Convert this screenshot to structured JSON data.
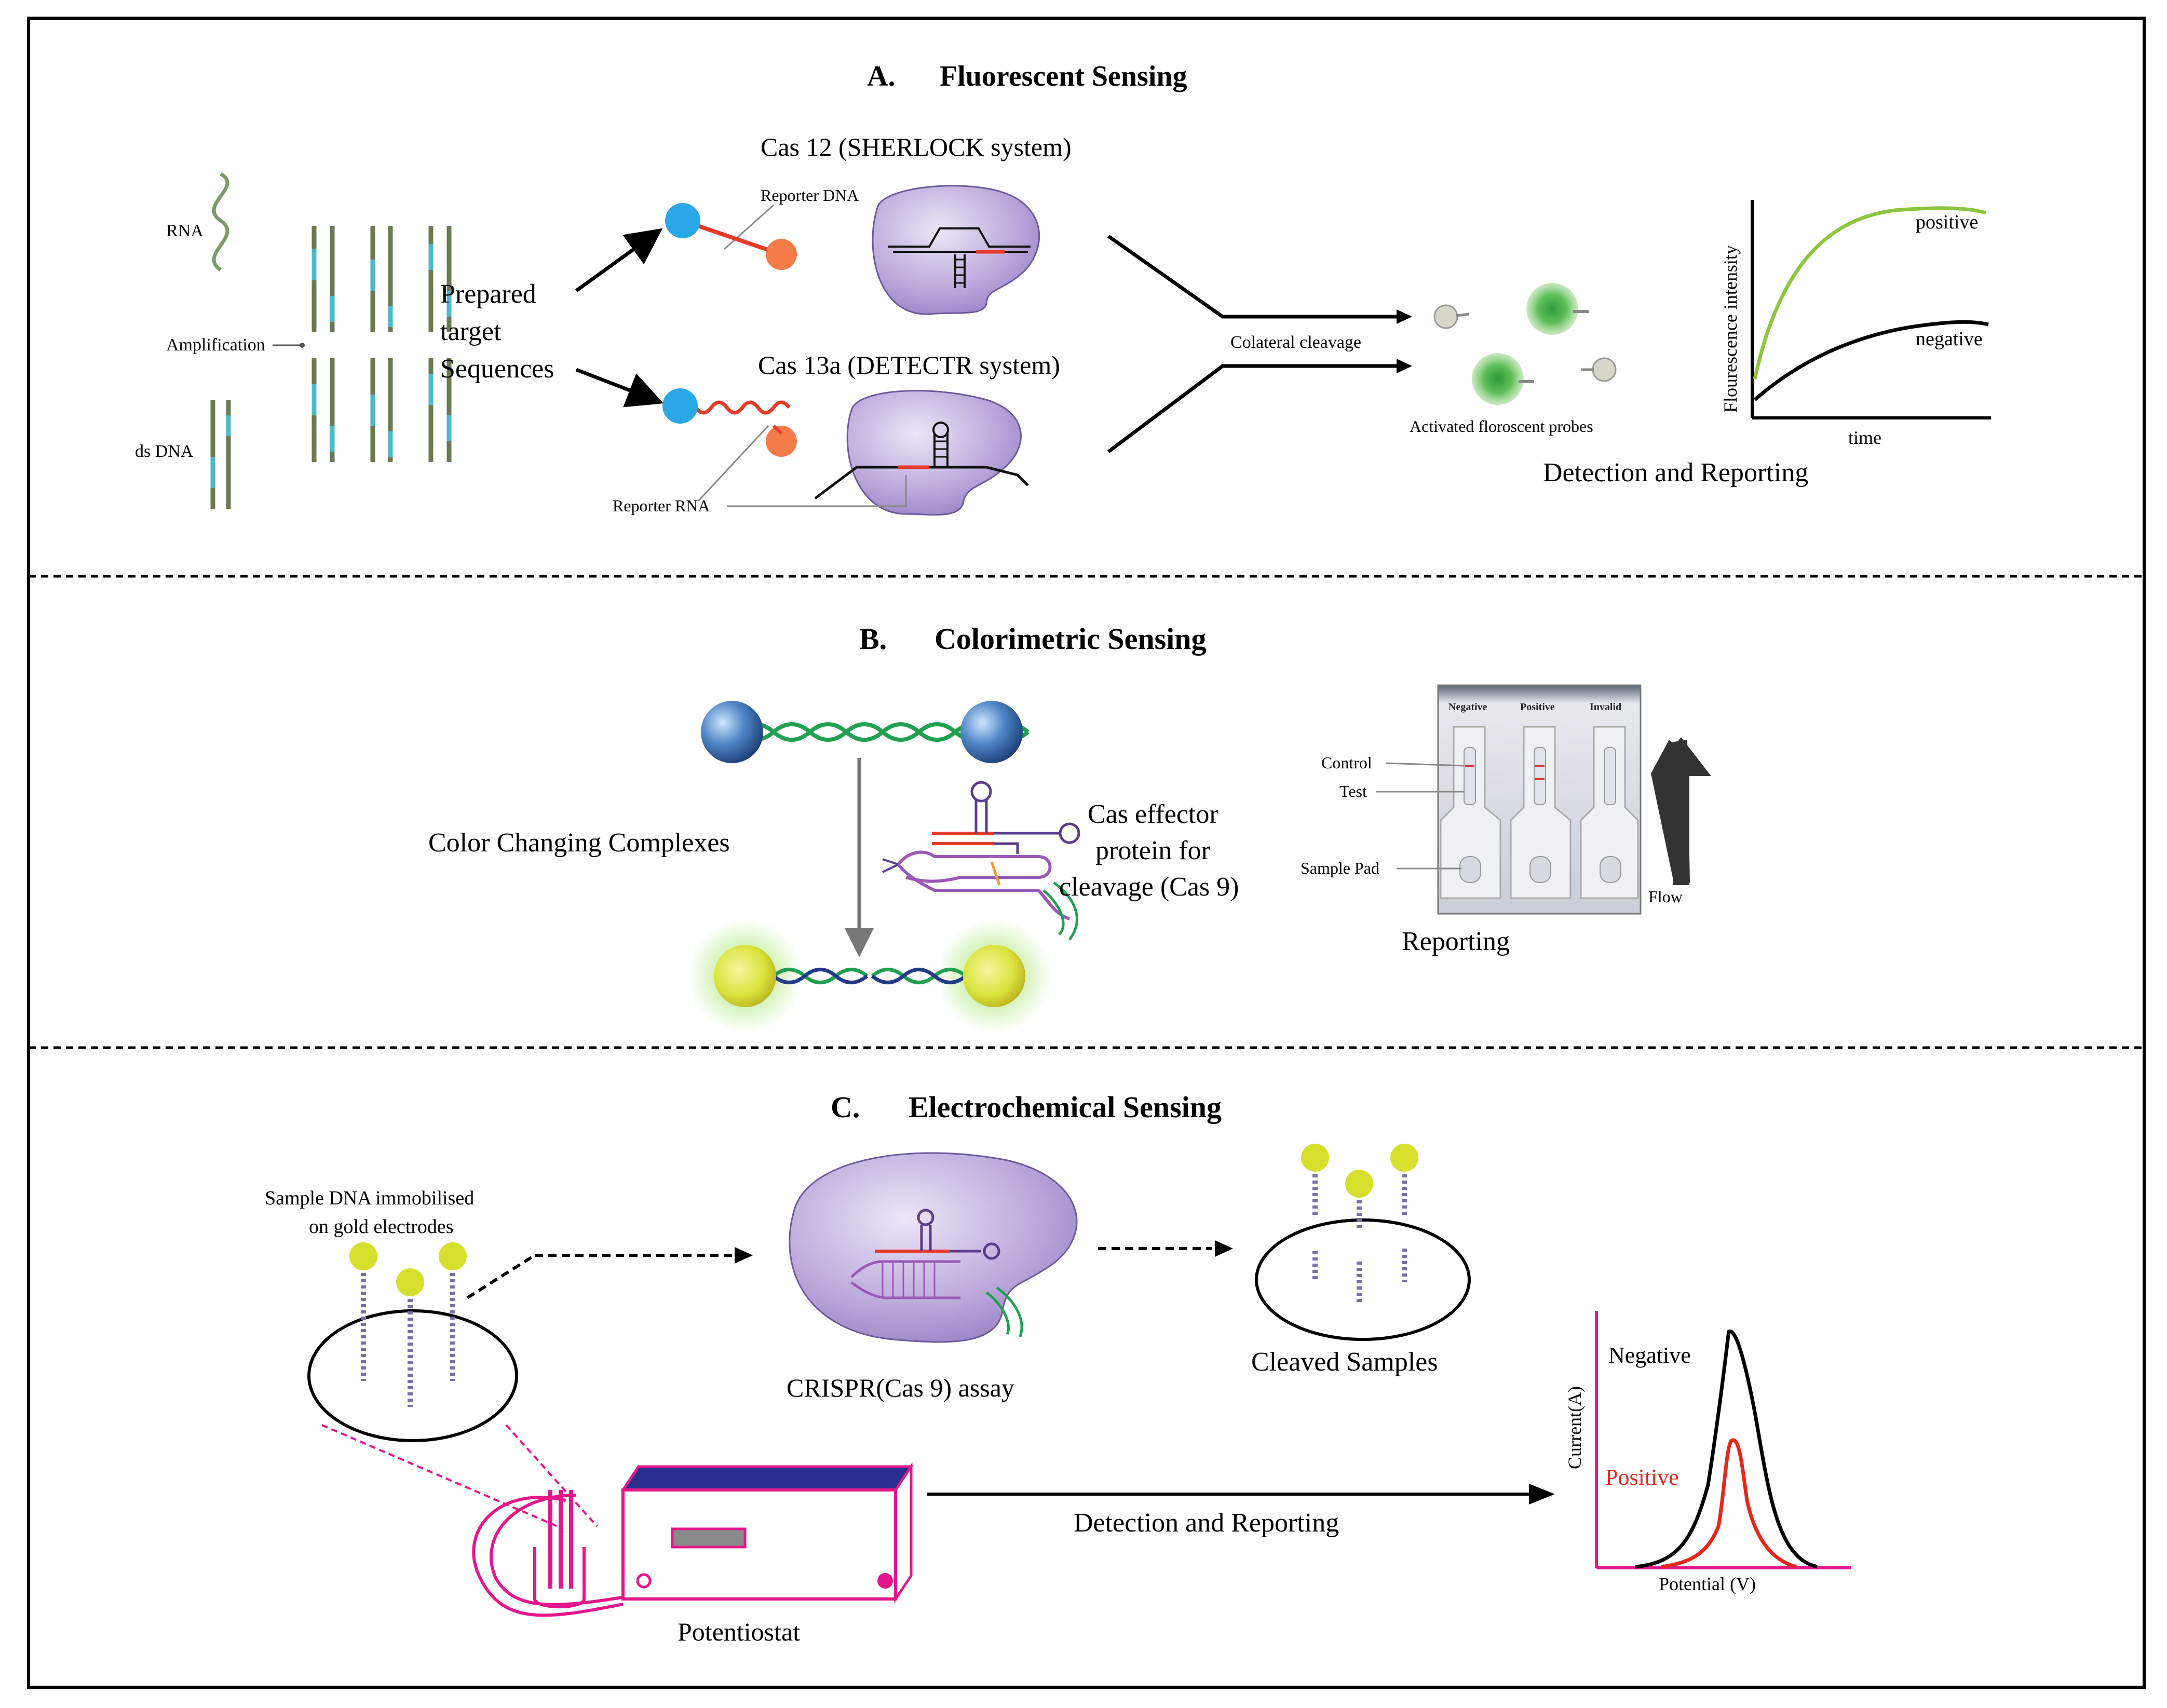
{
  "panel_a": {
    "title_letter": "A.",
    "title": "Fluorescent Sensing",
    "rna_label": "RNA",
    "amplification_label": "Amplification",
    "dsdna_label": "ds DNA",
    "prepared_line1": "Prepared",
    "prepared_line2": "target",
    "prepared_line3": "Sequences",
    "cas12_title": "Cas 12 (SHERLOCK system)",
    "reporter_dna": "Reporter DNA",
    "cas13_title": "Cas 13a (DETECTR system)",
    "reporter_rna": "Reporter RNA",
    "collateral": "Colateral cleavage",
    "activated_probes": "Activated floroscent probes",
    "detection": "Detection and Reporting",
    "plot_ylabel": "Flourescence intensity",
    "plot_xlabel": "time",
    "series_positive": "positive",
    "series_negative": "negative",
    "positive_color": "#8cc63f",
    "negative_color": "#000000"
  },
  "panel_b": {
    "title_letter": "B.",
    "title": "Colorimetric  Sensing",
    "color_changing": "Color Changing Complexes",
    "cas_effector_line1": "Cas effector",
    "cas_effector_line2": "protein for",
    "cas_effector_line3": "cleavage (Cas 9)",
    "strip_headers": [
      "Negative",
      "Positive",
      "Invalid"
    ],
    "control_label": "Control",
    "test_label": "Test",
    "sample_pad_label": "Sample Pad",
    "flow_label": "Flow",
    "reporting": "Reporting"
  },
  "panel_c": {
    "title_letter": "C.",
    "title": "Electrochemical  Sensing",
    "sample_line1": "Sample DNA immobilised",
    "sample_line2": "on gold electrodes",
    "crispr_assay": "CRISPR(Cas 9) assay",
    "cleaved": "Cleaved Samples",
    "potentiostat": "Potentiostat",
    "detection": "Detection and Reporting",
    "plot_ylabel": "Current(A)",
    "plot_xlabel": "Potential (V)",
    "series_negative": "Negative",
    "series_positive": "Positive",
    "negative_color": "#000000",
    "positive_color": "#e8261c",
    "device_color": "#e5168a"
  }
}
